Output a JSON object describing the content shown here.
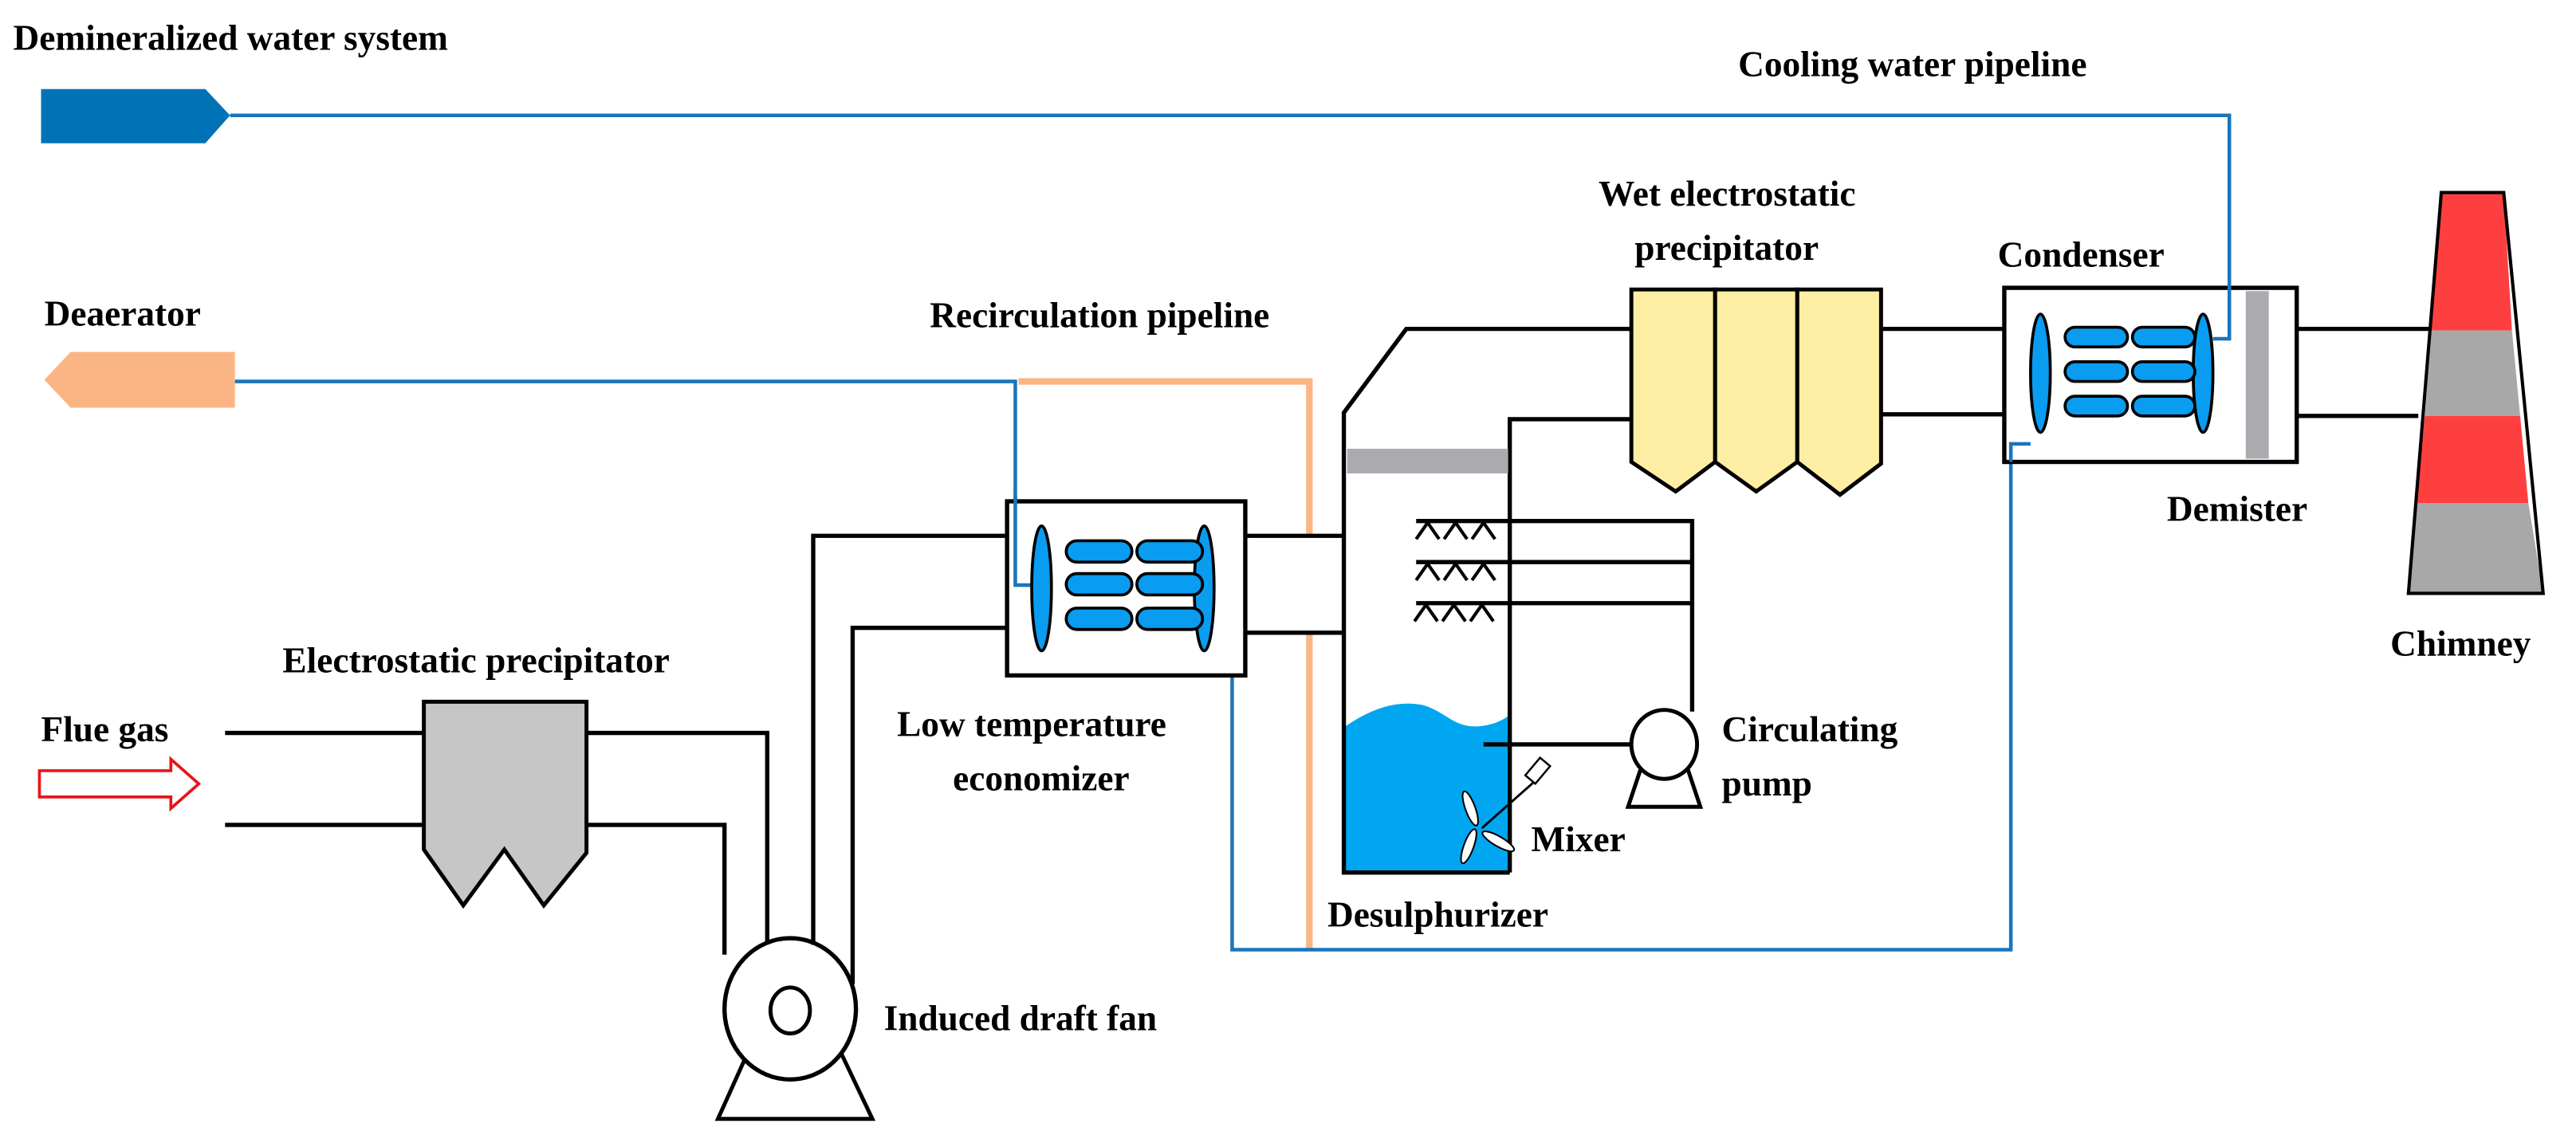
{
  "title": "Flue gas treatment and waste heat recovery system",
  "labels": {
    "demineralized_water_system": "Demineralized water system",
    "cooling_water_pipeline": "Cooling water pipeline",
    "deaerator": "Deaerator",
    "recirculation_pipeline": "Recirculation pipeline",
    "wet_esp_line1": "Wet electrostatic",
    "wet_esp_line2": "precipitator",
    "condenser": "Condenser",
    "demister": "Demister",
    "chimney": "Chimney",
    "electrostatic_precipitator": "Electrostatic precipitator",
    "flue_gas": "Flue gas",
    "low_temp_economizer_line1": "Low temperature",
    "low_temp_economizer_line2": "economizer",
    "circulating_pump_line1": "Circulating",
    "circulating_pump_line2": "pump",
    "mixer": "Mixer",
    "desulphurizer": "Desulphurizer",
    "induced_draft_fan": "Induced draft fan"
  },
  "colors": {
    "water_pipe": "#1a75bb",
    "demineralized_tag": "#0072b5",
    "deaerator_tag": "#fbb584",
    "recirculation_pipe": "#fbb584",
    "heat_exchanger_tubes": "#0a9cf0",
    "slurry": "#00a6ef",
    "esp_fill": "#c6c6c6",
    "wet_esp_fill": "#fdeea3",
    "demister_fill": "#a9abae",
    "chimney_red": "#fe3f3f",
    "chimney_gray": "#a8a8a8",
    "flue_gas_arrow": "#e8141b"
  }
}
